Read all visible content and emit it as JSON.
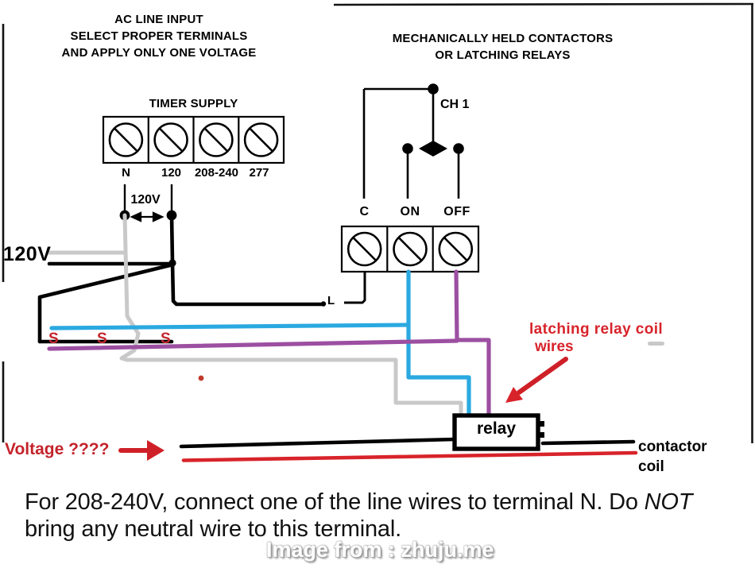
{
  "colors": {
    "wire_blue": "#2aa9e0",
    "wire_purple": "#9c4fa1",
    "wire_gray": "#c9c9c9",
    "wire_black": "#000000",
    "wire_red": "#d8232a",
    "annotation_red": "#cf2028"
  },
  "headings": {
    "ac_line": {
      "line1": "AC LINE INPUT",
      "line2": "SELECT PROPER TERMINALS",
      "line3": "AND APPLY ONLY ONE VOLTAGE"
    },
    "contactors": {
      "line1": "MECHANICALLY HELD CONTACTORS",
      "line2": "OR LATCHING RELAYS"
    }
  },
  "timer_supply": {
    "title": "TIMER SUPPLY",
    "terminals": [
      "N",
      "120",
      "208-240",
      "277"
    ],
    "voltage_span_label": "120V"
  },
  "relay_block": {
    "channel_label": "CH 1",
    "terminals": [
      "C",
      "ON",
      "OFF"
    ]
  },
  "labels": {
    "supply_voltage": "120V",
    "line_label": "L",
    "switch_marks": [
      "S",
      "S",
      "S"
    ],
    "relay": "relay",
    "latching_line1": "latching relay coil",
    "latching_line2": "wires",
    "voltage_question": "Voltage ????",
    "contactor_line1": "contactor",
    "contactor_line2": "coil"
  },
  "note": {
    "line1_pre": "For 208-240V, connect one of the line wires to terminal N. Do ",
    "line1_em": "NOT",
    "line2": "bring any neutral wire to this terminal."
  },
  "watermark": "Image from : zhuju.me"
}
